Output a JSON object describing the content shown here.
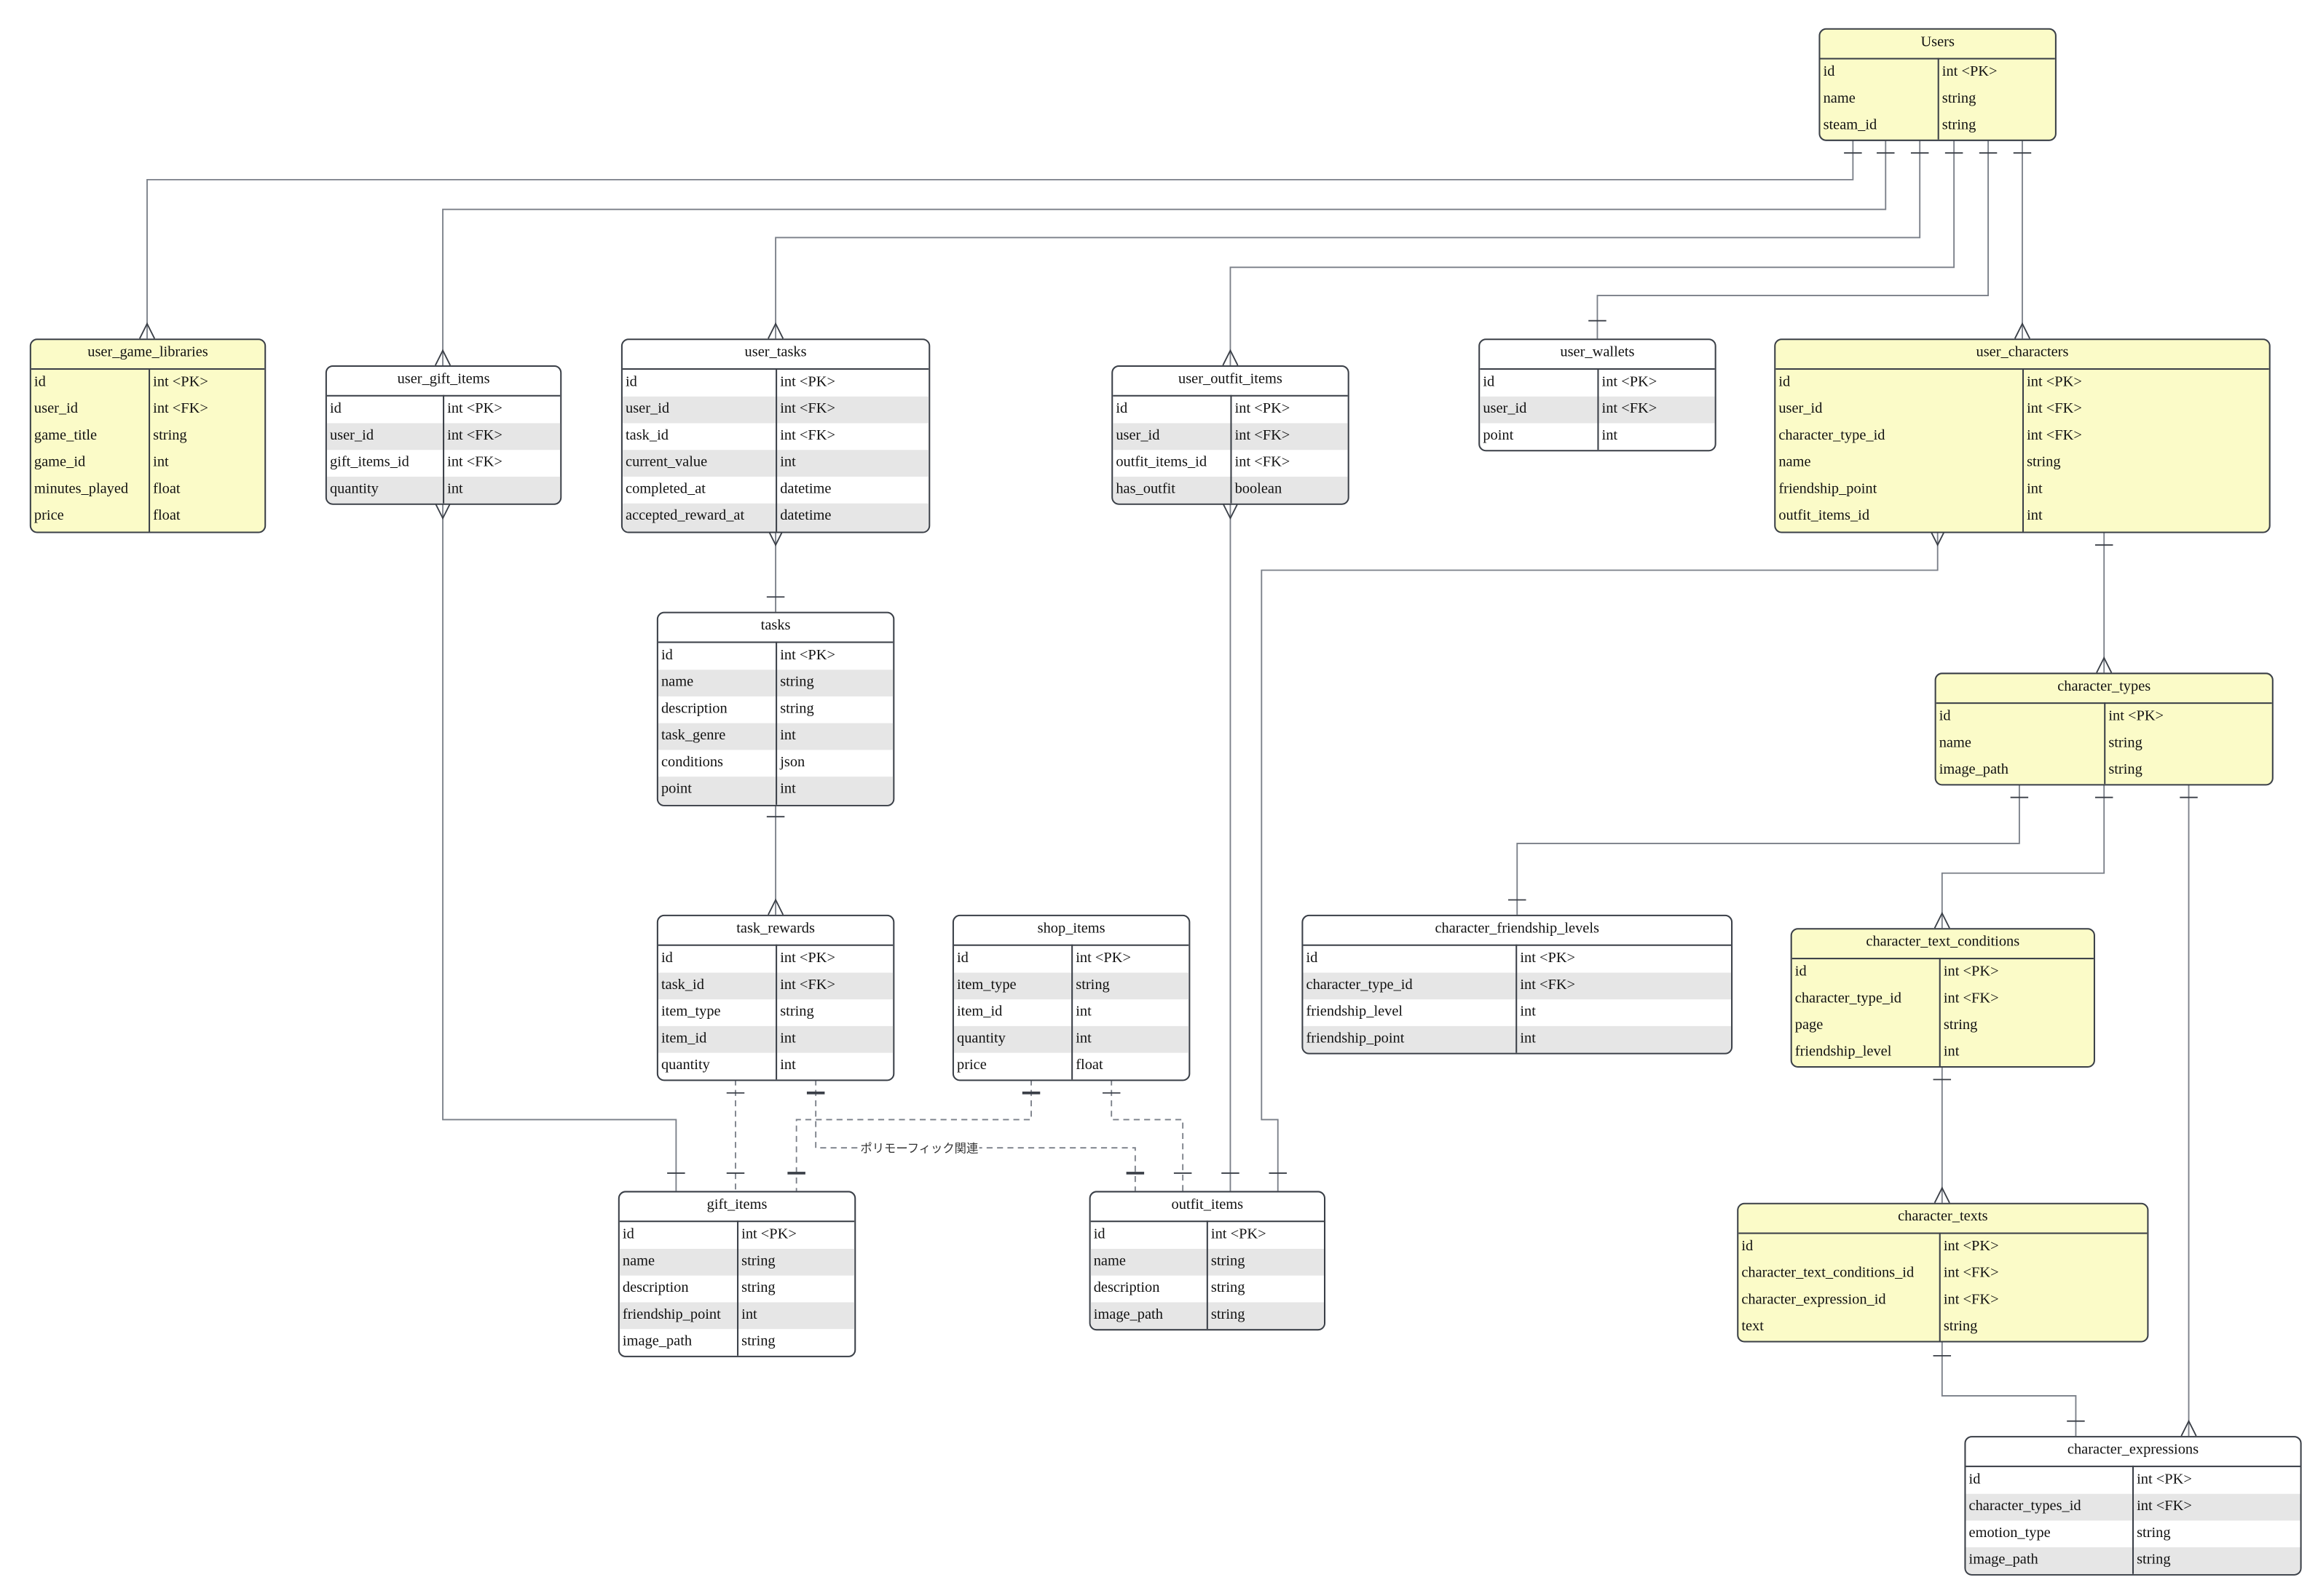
{
  "colors": {
    "entity_highlight": "#fbfbc8",
    "border": "#3a3f47",
    "line": "#7a7f88"
  },
  "annotations": {
    "polymorphic_label": "ポリモーフィック関連"
  },
  "tables": [
    {
      "name": "Users",
      "rows": [
        [
          "id",
          "int <PK>"
        ],
        [
          "name",
          "string"
        ],
        [
          "steam_id",
          "string"
        ]
      ]
    },
    {
      "name": "user_game_libraries",
      "rows": [
        [
          "id",
          "int <PK>"
        ],
        [
          "user_id",
          "int <FK>"
        ],
        [
          "game_title",
          "string"
        ],
        [
          "game_id",
          "int"
        ],
        [
          "minutes_played",
          "float"
        ],
        [
          "price",
          "float"
        ]
      ]
    },
    {
      "name": "user_gift_items",
      "rows": [
        [
          "id",
          "int <PK>"
        ],
        [
          "user_id",
          "int <FK>"
        ],
        [
          "gift_items_id",
          "int <FK>"
        ],
        [
          "quantity",
          "int"
        ]
      ]
    },
    {
      "name": "user_tasks",
      "rows": [
        [
          "id",
          "int <PK>"
        ],
        [
          "user_id",
          "int <FK>"
        ],
        [
          "task_id",
          "int <FK>"
        ],
        [
          "current_value",
          "int"
        ],
        [
          "completed_at",
          "datetime"
        ],
        [
          "accepted_reward_at",
          "datetime"
        ]
      ]
    },
    {
      "name": "user_outfit_items",
      "rows": [
        [
          "id",
          "int <PK>"
        ],
        [
          "user_id",
          "int <FK>"
        ],
        [
          "outfit_items_id",
          "int <FK>"
        ],
        [
          "has_outfit",
          "boolean"
        ]
      ]
    },
    {
      "name": "user_wallets",
      "rows": [
        [
          "id",
          "int <PK>"
        ],
        [
          "user_id",
          "int <FK>"
        ],
        [
          "point",
          "int"
        ]
      ]
    },
    {
      "name": "user_characters",
      "rows": [
        [
          "id",
          "int <PK>"
        ],
        [
          "user_id",
          "int <FK>"
        ],
        [
          "character_type_id",
          "int <FK>"
        ],
        [
          "name",
          "string"
        ],
        [
          "friendship_point",
          "int"
        ],
        [
          "outfit_items_id",
          "int"
        ]
      ]
    },
    {
      "name": "tasks",
      "rows": [
        [
          "id",
          "int <PK>"
        ],
        [
          "name",
          "string"
        ],
        [
          "description",
          "string"
        ],
        [
          "task_genre",
          "int"
        ],
        [
          "conditions",
          "json"
        ],
        [
          "point",
          "int"
        ]
      ]
    },
    {
      "name": "character_types",
      "rows": [
        [
          "id",
          "int <PK>"
        ],
        [
          "name",
          "string"
        ],
        [
          "image_path",
          "string"
        ]
      ]
    },
    {
      "name": "task_rewards",
      "rows": [
        [
          "id",
          "int <PK>"
        ],
        [
          "task_id",
          "int <FK>"
        ],
        [
          "item_type",
          "string"
        ],
        [
          "item_id",
          "int"
        ],
        [
          "quantity",
          "int"
        ]
      ]
    },
    {
      "name": "shop_items",
      "rows": [
        [
          "id",
          "int <PK>"
        ],
        [
          "item_type",
          "string"
        ],
        [
          "item_id",
          "int"
        ],
        [
          "quantity",
          "int"
        ],
        [
          "price",
          "float"
        ]
      ]
    },
    {
      "name": "character_friendship_levels",
      "rows": [
        [
          "id",
          "int <PK>"
        ],
        [
          "character_type_id",
          "int <FK>"
        ],
        [
          "friendship_level",
          "int"
        ],
        [
          "friendship_point",
          "int"
        ]
      ]
    },
    {
      "name": "character_text_conditions",
      "rows": [
        [
          "id",
          "int <PK>"
        ],
        [
          "character_type_id",
          "int <FK>"
        ],
        [
          "page",
          "string"
        ],
        [
          "friendship_level",
          "int"
        ]
      ]
    },
    {
      "name": "gift_items",
      "rows": [
        [
          "id",
          "int <PK>"
        ],
        [
          "name",
          "string"
        ],
        [
          "description",
          "string"
        ],
        [
          "friendship_point",
          "int"
        ],
        [
          "image_path",
          "string"
        ]
      ]
    },
    {
      "name": "outfit_items",
      "rows": [
        [
          "id",
          "int <PK>"
        ],
        [
          "name",
          "string"
        ],
        [
          "description",
          "string"
        ],
        [
          "image_path",
          "string"
        ]
      ]
    },
    {
      "name": "character_texts",
      "rows": [
        [
          "id",
          "int <PK>"
        ],
        [
          "character_text_conditions_id",
          "int <FK>"
        ],
        [
          "character_expression_id",
          "int <FK>"
        ],
        [
          "text",
          "string"
        ]
      ]
    },
    {
      "name": "character_expressions",
      "rows": [
        [
          "id",
          "int <PK>"
        ],
        [
          "character_types_id",
          "int <FK>"
        ],
        [
          "emotion_type",
          "string"
        ],
        [
          "image_path",
          "string"
        ]
      ]
    }
  ]
}
